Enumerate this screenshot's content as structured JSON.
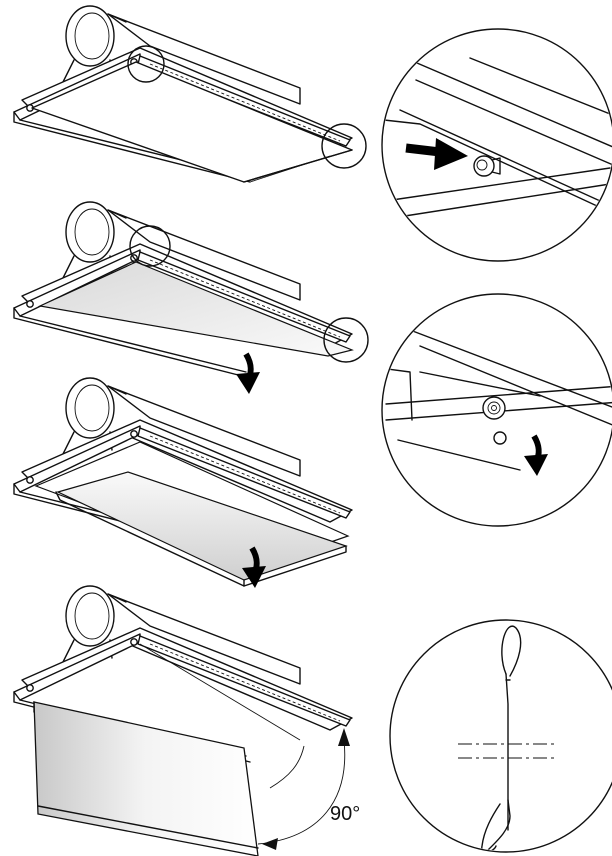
{
  "steps": [
    {
      "id": 1,
      "panel_state": "closed",
      "detail": "push-release-button"
    },
    {
      "id": 2,
      "panel_state": "lowering",
      "detail": "pivot-release"
    },
    {
      "id": 3,
      "panel_state": "swinging-down"
    },
    {
      "id": 4,
      "panel_state": "hanging-open",
      "detail": "safety-wire-hook"
    }
  ],
  "angle_label": "90°",
  "colors": {
    "ink": "#111111",
    "panel_fill": "#e6e6e6",
    "panel_light": "#fafafa",
    "arrow": "#000000"
  }
}
